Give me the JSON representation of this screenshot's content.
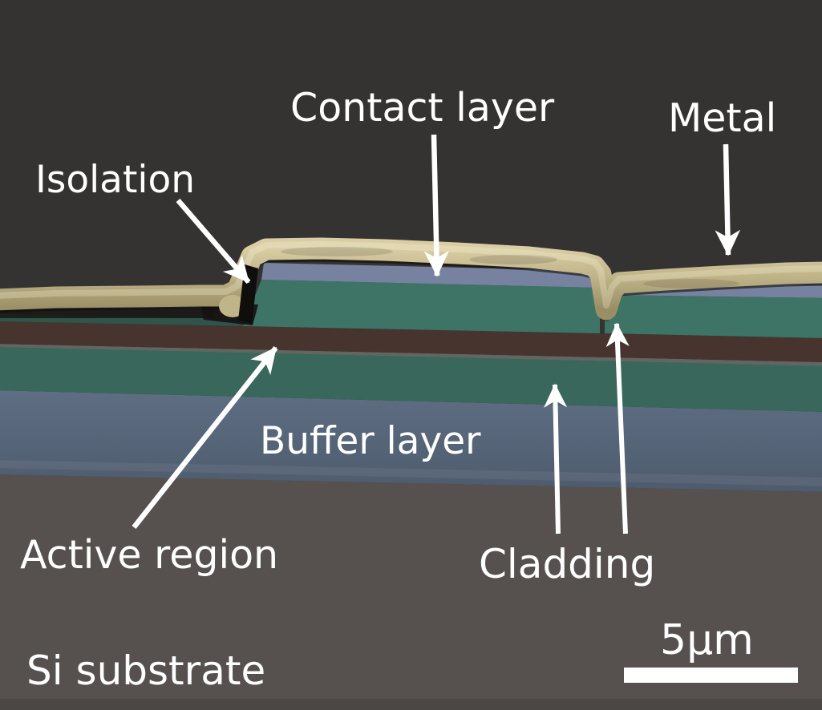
{
  "figure": {
    "description": "False-color SEM cross-section micrograph of a ridge laser structure with annotated layers",
    "labels": {
      "isolation": "Isolation",
      "contact_layer": "Contact layer",
      "metal": "Metal",
      "buffer_layer": "Buffer layer",
      "active_region": "Active region",
      "cladding": "Cladding",
      "si_substrate": "Si substrate"
    },
    "scale_bar": {
      "label": "5µm"
    }
  },
  "colors": {
    "background": "#353232",
    "metal_light": "#d9cda4",
    "metal": "#c0b489",
    "metal_dark": "#9a8e66",
    "contact_layer": "#76829f",
    "cladding_upper": "#3e7465",
    "cladding_lower": "#3a675c",
    "cladding_sliver": "#2f5448",
    "active_region": "#47342e",
    "separator": "#6d7a70",
    "buffer_top": "#5e6e83",
    "buffer_bottom": "#4e5b6d",
    "substrate": "#56514f",
    "isolation": "#100e0c",
    "annotation": "#ffffff"
  }
}
